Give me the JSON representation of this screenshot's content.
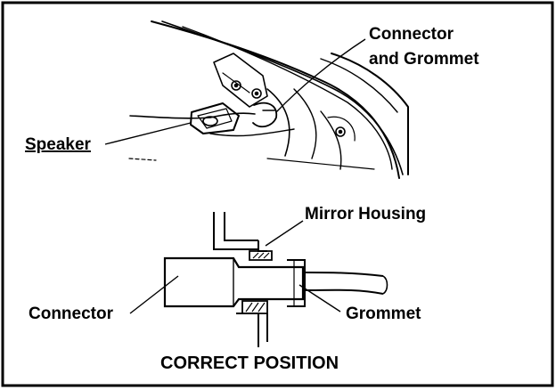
{
  "labels": {
    "connector_and_grommet": [
      "Connector",
      "and Grommet"
    ],
    "speaker": "Speaker",
    "mirror_housing": "Mirror Housing",
    "connector": "Connector",
    "grommet": "Grommet"
  },
  "caption": "CORRECT POSITION"
}
